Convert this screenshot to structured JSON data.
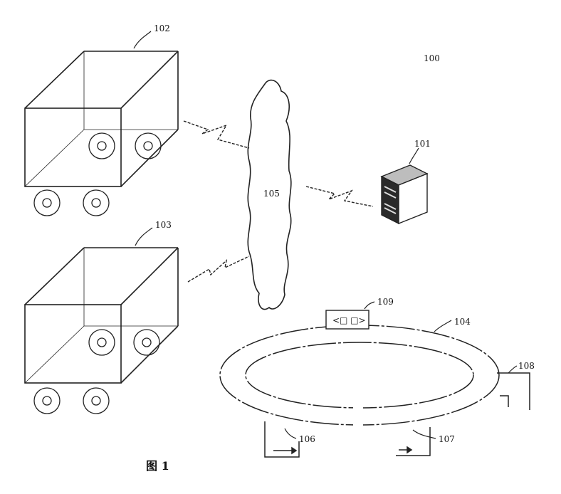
{
  "figure": {
    "caption": "图 1",
    "labels": {
      "system": "100",
      "server": "101",
      "cart_top": "102",
      "cart_bottom": "103",
      "track": "104",
      "network": "105",
      "station_a": "106",
      "station_b": "107",
      "side_unit": "108",
      "crossing_unit": "109"
    },
    "crossing_glyphs": "<□  □>"
  }
}
